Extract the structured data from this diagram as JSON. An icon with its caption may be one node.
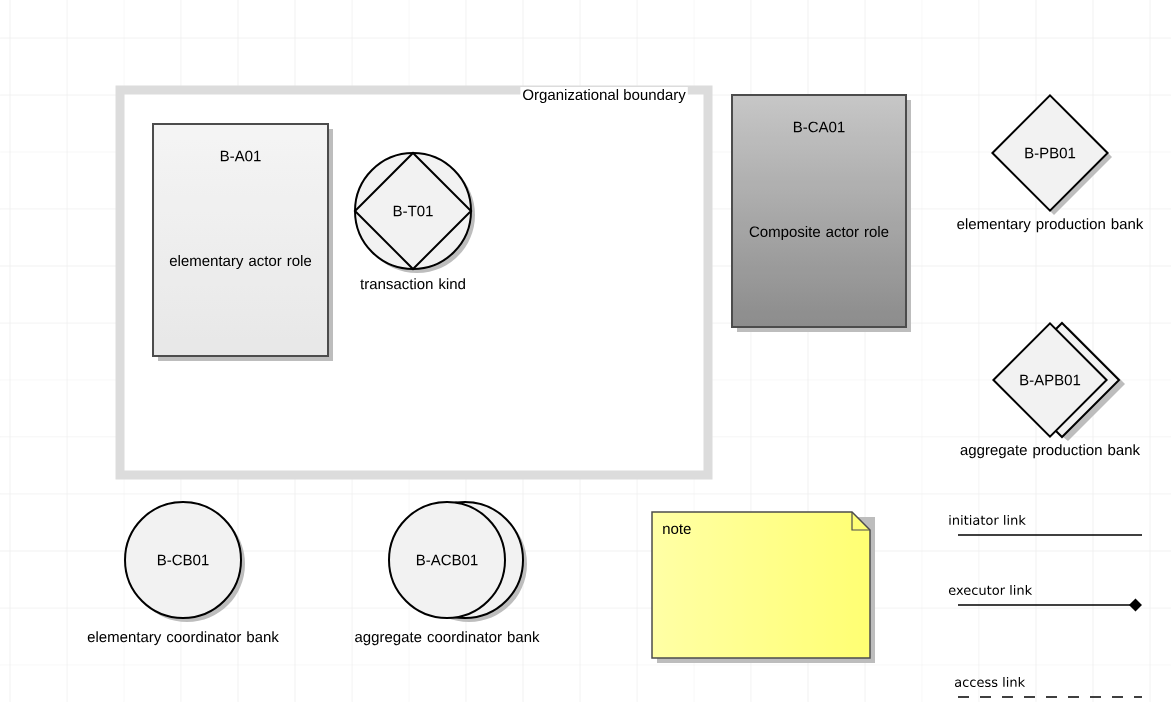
{
  "diagram": {
    "nodes": [
      {
        "text": [
          "Organizational boundary"
        ]
      },
      {
        "text": [
          "B-A01",
          "elementary actor role"
        ],
        "in": 0
      },
      {
        "text": [
          "B-T01"
        ],
        "beside": [
          "transaction kind"
        ],
        "in": 0
      },
      {
        "text": [
          "B-CA01",
          "Composite actor role"
        ]
      },
      {
        "text": [
          "B-PB01"
        ],
        "beside": [
          "elementary production bank"
        ]
      },
      {
        "text": [
          "B-APB01"
        ],
        "beside": [
          "aggregate production bank"
        ]
      },
      {
        "text": [
          "B-CB01"
        ],
        "beside": [
          "elementary coordinator bank"
        ]
      },
      {
        "text": [
          "B-ACB01"
        ],
        "beside": [
          "aggregate coordinator bank"
        ]
      },
      {
        "text": [
          "note"
        ]
      }
    ],
    "legend": [
      {
        "text": "initiator link"
      },
      {
        "text": "executor link"
      },
      {
        "text": "access link"
      }
    ]
  }
}
